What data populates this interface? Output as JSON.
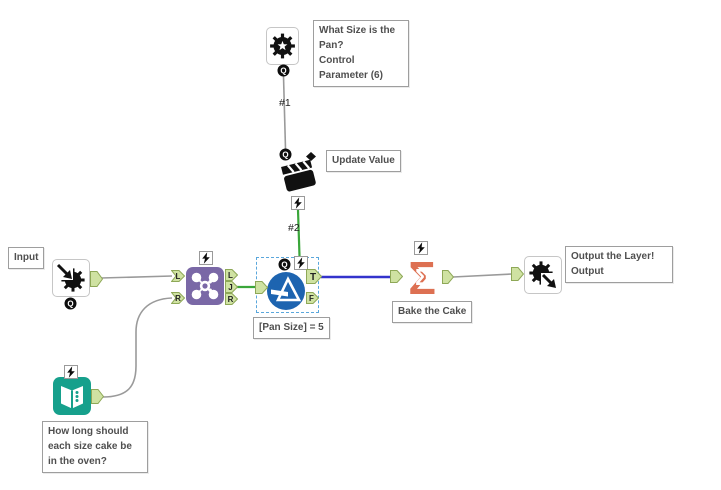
{
  "colors": {
    "canvas_bg": "#ffffff",
    "connection_green": "#3aa63a",
    "connection_blue": "#3333cc",
    "connection_gray": "#9a9a9a",
    "join_purple": "#7a68a6",
    "filter_blue": "#1d64b0",
    "summarize_orange": "#dd7052",
    "text_input_teal": "#16a08c",
    "anchor_fill": "#cfe2a2",
    "anchor_border": "#8ea857",
    "selection_blue": "#5aa7dc",
    "annotation_text": "#4f4f4f"
  },
  "workflow": {
    "connection_labels": {
      "c1": "#1",
      "c2": "#2"
    },
    "anchors": {
      "q": "Q",
      "join_in": [
        "L",
        "R"
      ],
      "join_out": [
        "L",
        "J",
        "R"
      ],
      "filter_out": [
        "T",
        "F"
      ]
    },
    "annotations": {
      "control_parameter": "What Size is the\nPan?\nControl\nParameter (6)",
      "update_value": "Update Value",
      "macro_input": "Input",
      "filter": "[Pan Size] = 5",
      "summarize": "Bake the Cake",
      "macro_output": "Output the Layer!\nOutput",
      "text_input": "How long should\neach size cake be\nin the oven?"
    },
    "glyphs": {
      "sigma": "Σ"
    }
  }
}
